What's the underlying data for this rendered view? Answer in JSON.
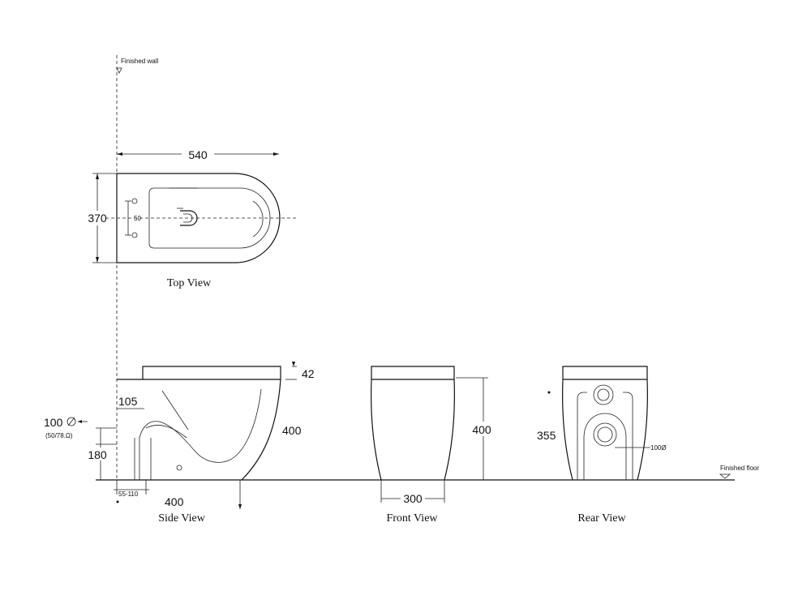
{
  "labels": {
    "finished_wall": "Finished wall",
    "finished_floor": "Finished floor"
  },
  "views": {
    "top": "Top View",
    "side": "Side View",
    "front": "Front View",
    "rear": "Rear View"
  },
  "dimensions": {
    "top_length": "540",
    "top_width": "370",
    "top_hole_spacing": "50",
    "seat_thickness": "42",
    "side_105": "105",
    "outlet_100": "100",
    "outlet_note": "(50/78.Ω)",
    "side_180": "180",
    "side_height": "400",
    "side_depth": "400",
    "side_range": "55-110",
    "front_height": "400",
    "front_width": "300",
    "rear_355": "355",
    "rear_pipe": "100Ø"
  },
  "colors": {
    "line": "#111111",
    "background": "#ffffff"
  }
}
